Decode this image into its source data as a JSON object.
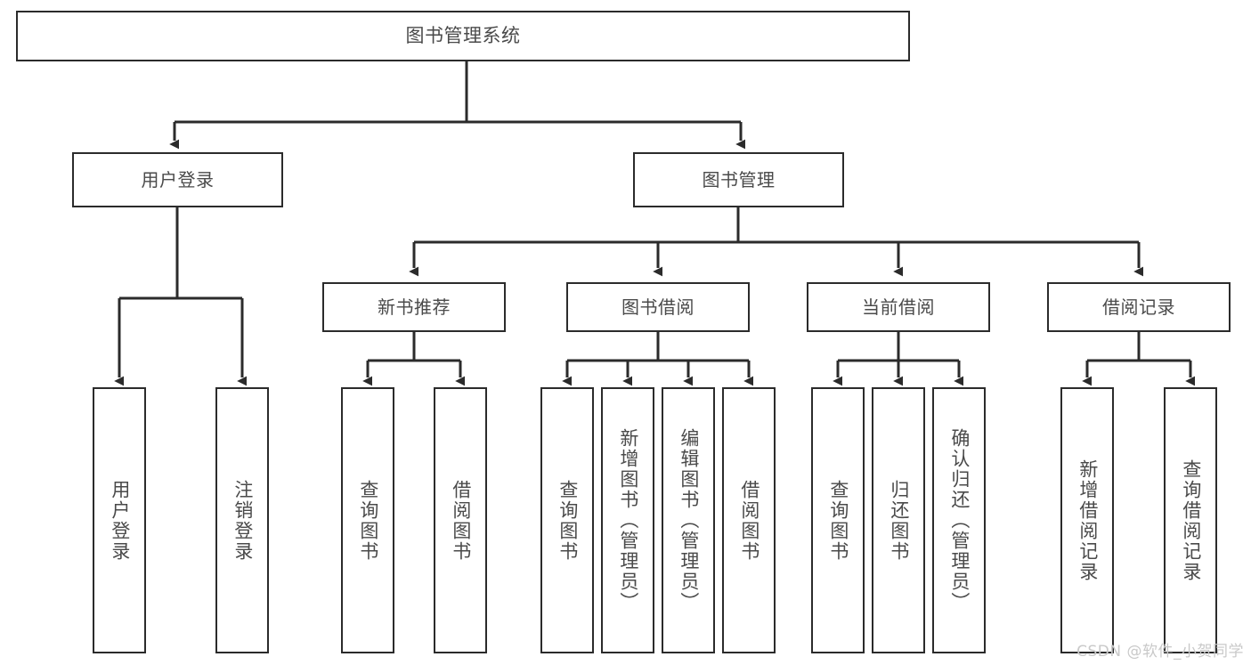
{
  "diagram": {
    "type": "hierarchy-tree",
    "title": "图书管理系统",
    "root": {
      "label": "图书管理系统"
    },
    "level2": [
      {
        "label": "用户登录"
      },
      {
        "label": "图书管理"
      }
    ],
    "level3": [
      {
        "label": "新书推荐"
      },
      {
        "label": "图书借阅"
      },
      {
        "label": "当前借阅"
      },
      {
        "label": "借阅记录"
      }
    ],
    "leaves": {
      "user_login": [
        {
          "label": "用户登录"
        },
        {
          "label": "注销登录"
        }
      ],
      "new_book_recommend": [
        {
          "label": "查询图书"
        },
        {
          "label": "借阅图书"
        }
      ],
      "book_borrow": [
        {
          "label": "查询图书"
        },
        {
          "label": "新增图书（管理员）"
        },
        {
          "label": "编辑图书（管理员）"
        },
        {
          "label": "借阅图书"
        }
      ],
      "current_borrow": [
        {
          "label": "查询图书"
        },
        {
          "label": "归还图书"
        },
        {
          "label": "确认归还（管理员）"
        }
      ],
      "borrow_record": [
        {
          "label": "新增借阅记录"
        },
        {
          "label": "查询借阅记录"
        }
      ]
    }
  },
  "watermark": {
    "text": "CSDN @软件_小贺同学"
  },
  "colors": {
    "stroke": "#2b2b2b",
    "text": "#4a4a4a",
    "background": "#ffffff",
    "watermark": "#c9c9c9"
  }
}
